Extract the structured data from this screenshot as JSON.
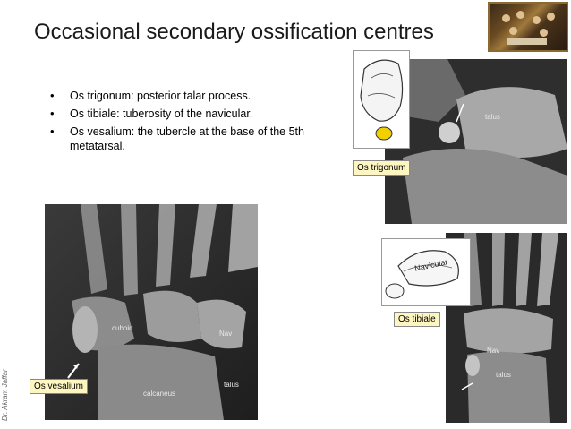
{
  "title": "Occasional secondary ossification centres",
  "author": "Dr. Akram Jaffar",
  "bullets": [
    "Os trigonum: posterior talar process.",
    "Os tibiale: tuberosity of the navicular.",
    "Os vesalium: the tubercle at the base of the 5th metatarsal."
  ],
  "images": {
    "foot_xray": {
      "tag": "Os vesalium",
      "labels": {
        "cuboid": "cuboid",
        "nav": "Nav",
        "talus": "talus",
        "calcaneus": "calcaneus"
      }
    },
    "ankle_xray": {
      "tag": "Os trigonum",
      "labels": {
        "talus": "talus"
      }
    },
    "navicular_xray": {
      "tag": "Os tibiale",
      "labels": {
        "nav": "Nav",
        "talus": "talus"
      },
      "sketch_text": "Navicular"
    }
  }
}
